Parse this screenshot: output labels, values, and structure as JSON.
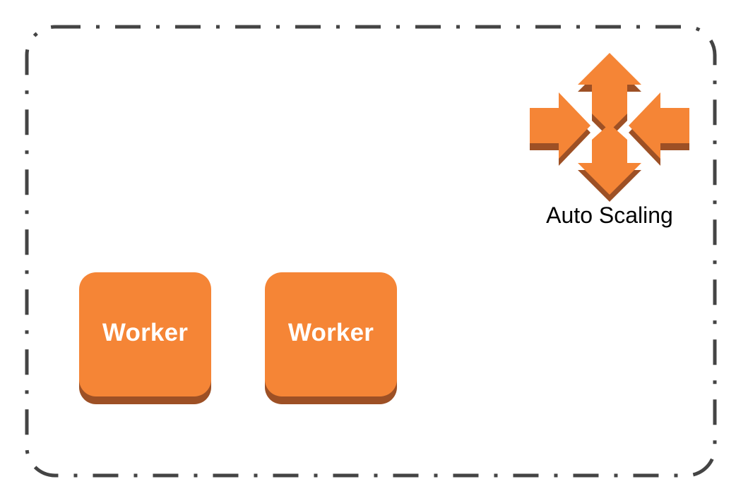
{
  "diagram": {
    "colors": {
      "orange": "#f58536",
      "orange_shadow": "#9d5025",
      "border": "#444444"
    },
    "autoscaling": {
      "icon": "autoscaling-arrows-icon",
      "label": "Auto Scaling"
    },
    "workers": [
      {
        "label": "Worker"
      },
      {
        "label": "Worker"
      }
    ]
  }
}
